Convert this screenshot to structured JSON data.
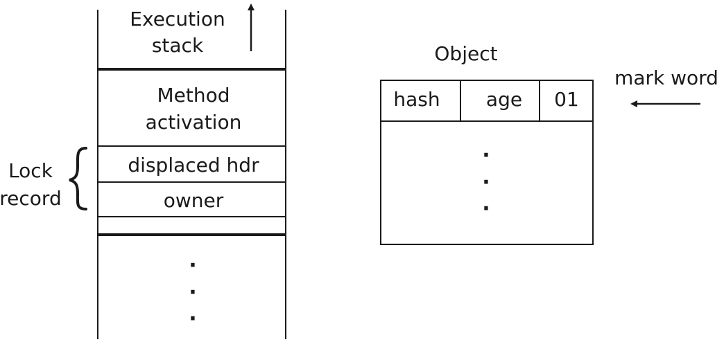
{
  "execution_stack": {
    "title_line1": "Execution",
    "title_line2": "stack",
    "method_activation_line1": "Method",
    "method_activation_line2": "activation",
    "displaced_hdr": "displaced hdr",
    "owner": "owner",
    "ellipsis": "·"
  },
  "lock_record": {
    "label_line1": "Lock",
    "label_line2": "record"
  },
  "object": {
    "title": "Object",
    "fields": [
      "hash",
      "age",
      "01"
    ],
    "ellipsis": "·"
  },
  "mark_word": {
    "label": "mark word"
  },
  "colors": {
    "line": "#1a1a1a",
    "text": "#1a1a1a",
    "background": "#ffffff"
  }
}
